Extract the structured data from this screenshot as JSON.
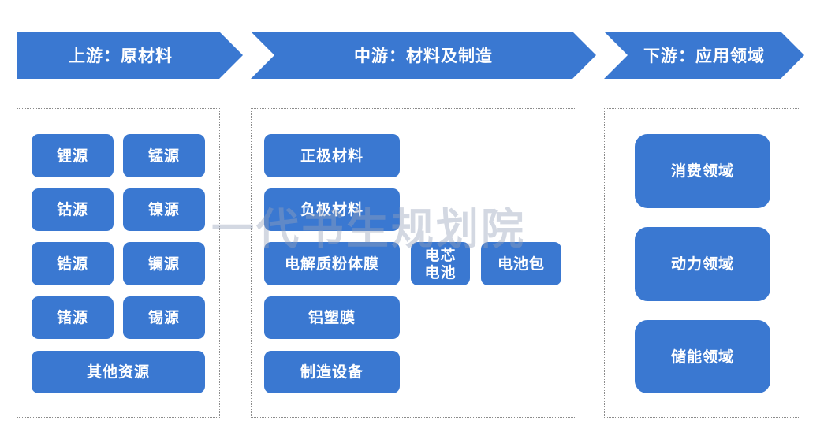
{
  "headers": {
    "upstream": "上游：原材料",
    "midstream": "中游：材料及制造",
    "downstream": "下游：应用领域"
  },
  "upstream_items": {
    "lithium": "锂源",
    "manganese": "锰源",
    "cobalt": "钴源",
    "nickel": "镍源",
    "zirconium": "锆源",
    "lanthanum": "镧源",
    "germanium": "锗源",
    "tin": "锡源",
    "other": "其他资源"
  },
  "midstream_items": {
    "cathode": "正极材料",
    "anode": "负极材料",
    "electrolyte": "电解质粉体膜",
    "cell_line1": "电芯",
    "cell_line2": "电池",
    "pack": "电池包",
    "aluminum_film": "铝塑膜",
    "equipment": "制造设备"
  },
  "downstream_items": {
    "consumer": "消费领域",
    "power": "动力领域",
    "storage": "储能领域"
  },
  "watermark": "一代书生规划院",
  "colors": {
    "accent": "#3a78d1",
    "border": "#8c8c8c",
    "watermark": "#96a2b9"
  }
}
